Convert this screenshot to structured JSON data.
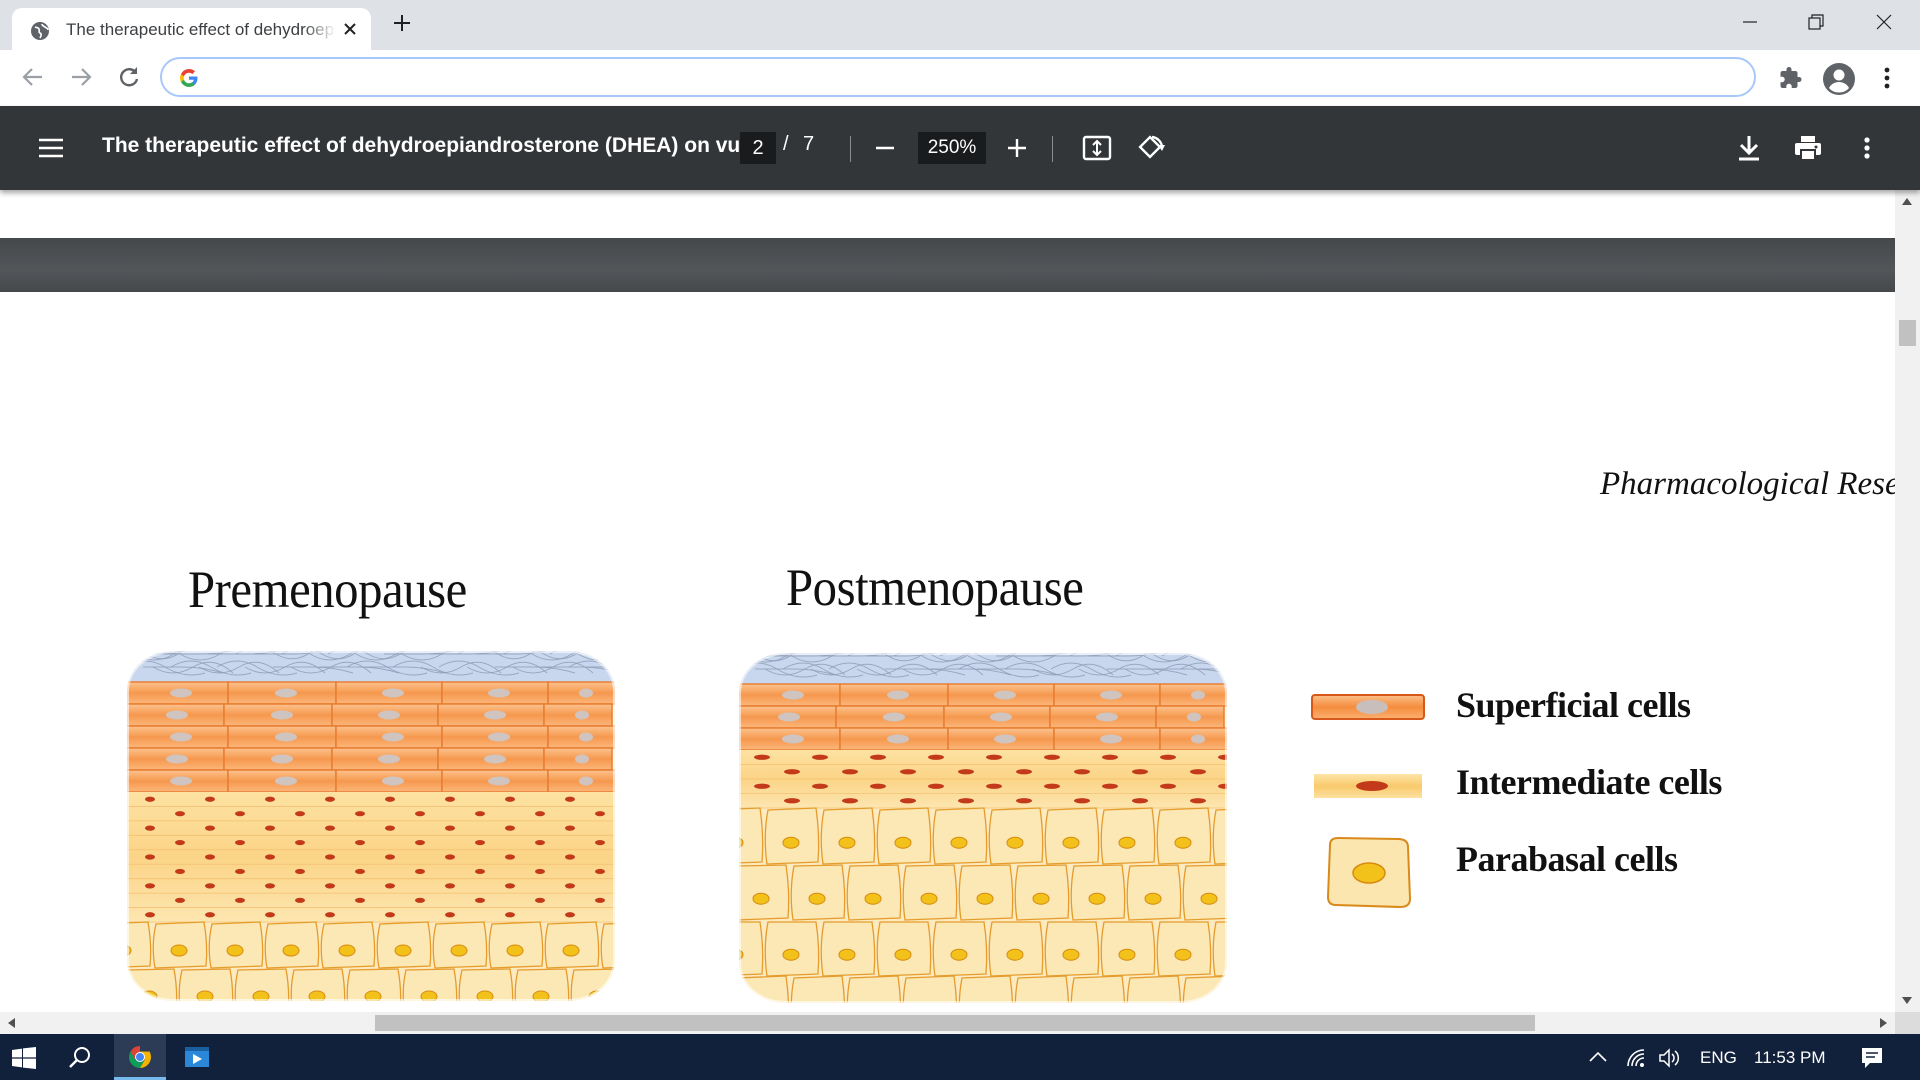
{
  "browser": {
    "tab_title": "The therapeutic effect of dehydroepiandrosterone (DHEA) on vulvovaginal atrophy",
    "address_value": ""
  },
  "pdf_viewer": {
    "title": "The therapeutic effect of dehydroepiandrosterone (DHEA) on vu...",
    "current_page": "2",
    "page_separator": "/",
    "total_pages": "7",
    "zoom": "250%"
  },
  "document": {
    "running_header": "Pharmacological Rese",
    "figure": {
      "left_title": "Premenopause",
      "right_title": "Postmenopause",
      "legend": [
        {
          "label": "Superficial cells"
        },
        {
          "label": "Intermediate  cells"
        },
        {
          "label": "Parabasal  cells"
        }
      ]
    }
  },
  "taskbar": {
    "language": "ENG",
    "time": "11:53 PM"
  },
  "colors": {
    "superficial_cell": "#f6984e",
    "intermediate_cell": "#fbd487",
    "parabasal_cell": "#fbe8b4",
    "nucleus_red": "#c23a1a",
    "nucleus_yellow": "#f2c21a",
    "pdf_toolbar": "#323639",
    "taskbar": "#12213b"
  },
  "icons": {
    "tab_favicon": "globe-icon",
    "toolbar": [
      "extensions-icon",
      "profile-icon",
      "menu-dots-icon"
    ],
    "pdf_toolbar": [
      "menu-icon",
      "zoom-out-icon",
      "zoom-in-icon",
      "fit-page-icon",
      "rotate-icon",
      "download-icon",
      "print-icon",
      "more-icon"
    ],
    "taskbar": [
      "windows-start-icon",
      "search-icon",
      "chrome-icon",
      "app-icon",
      "notification-icon"
    ]
  }
}
